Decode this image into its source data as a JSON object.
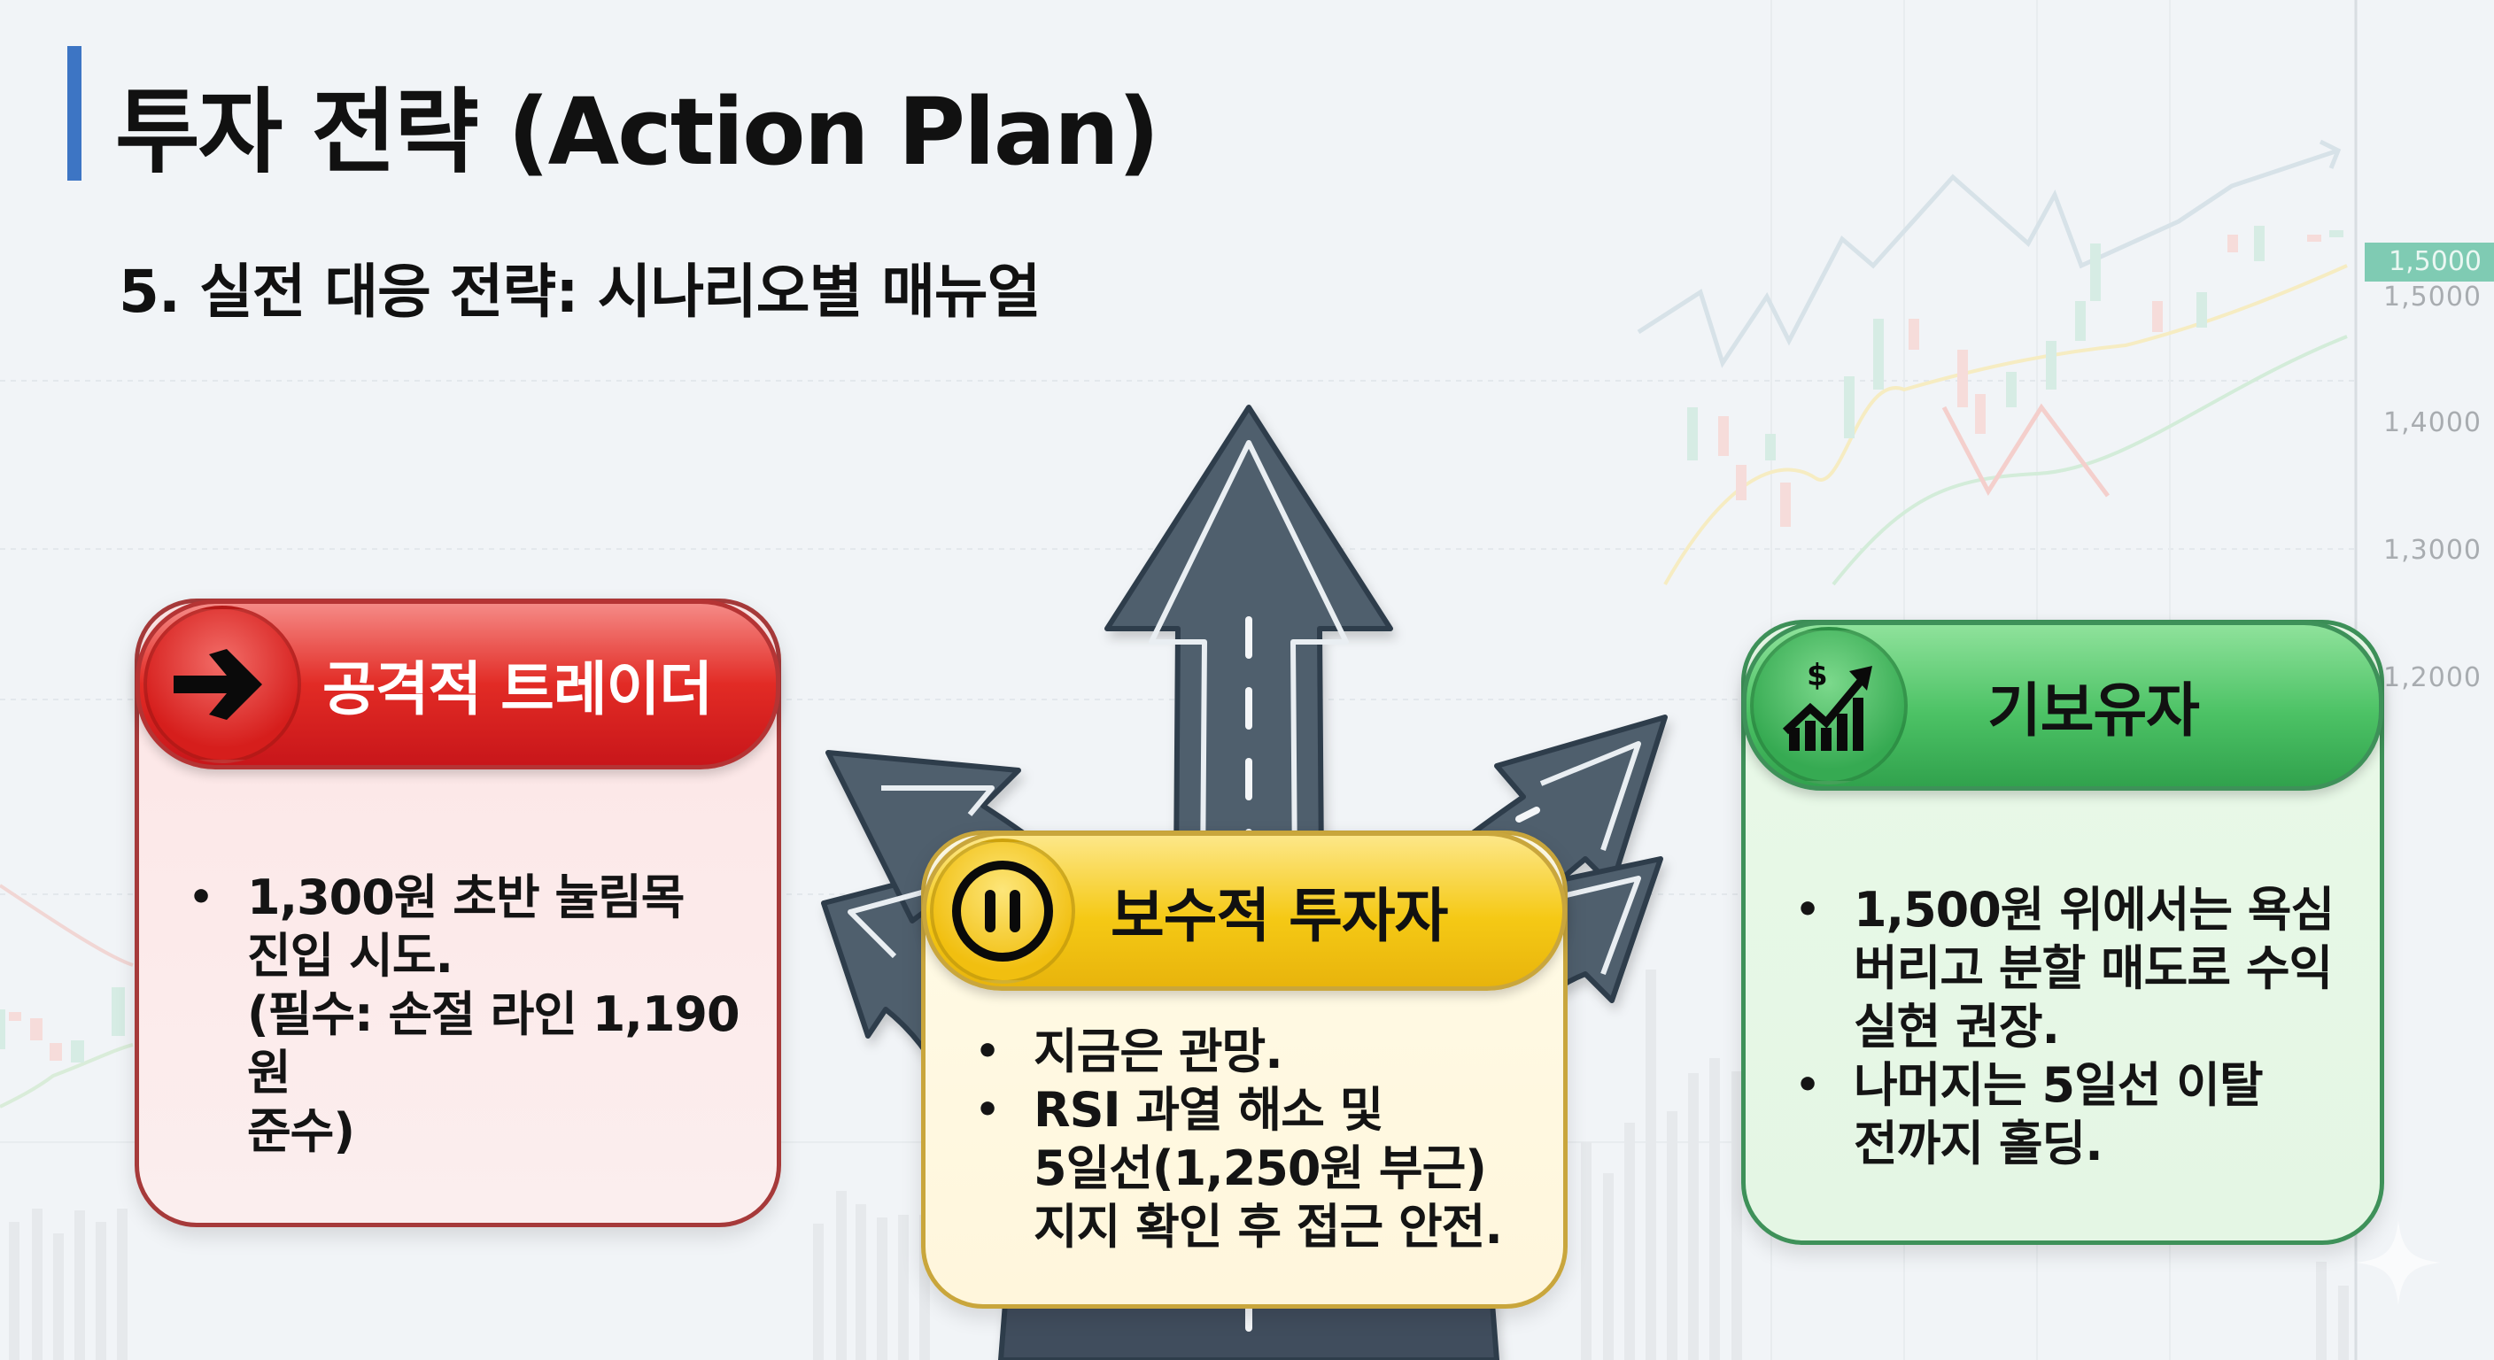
{
  "header": {
    "title": "투자 전략 (Action Plan)",
    "subtitle": "5. 실전 대응 전략: 시나리오별 매뉴얼",
    "accent_color": "#3d75c4"
  },
  "background_chart": {
    "axis_labels": [
      "1,5000",
      "1,4000",
      "1,3000",
      "1,2000"
    ],
    "highlight_label": "1,5000",
    "highlight_color": "#7fcbb3"
  },
  "center_graphic": {
    "icon": "road-fork-arrows-icon",
    "description": "Road splitting into five arrow directions"
  },
  "scenarios": [
    {
      "id": "aggressive",
      "title": "공격적 트레이더",
      "icon": "arrow-right-icon",
      "color": "#e22b25",
      "bullets": [
        "1,300원 초반 눌림목\n진입 시도.\n(필수: 손절 라인 1,190원\n준수)"
      ]
    },
    {
      "id": "conservative",
      "title": "보수적 투자자",
      "icon": "pause-icon",
      "color": "#f5c915",
      "bullets": [
        "지금은 관망.",
        "RSI 과열 해소 및\n5일선(1,250원 부근)\n지지 확인 후 접근 안전."
      ]
    },
    {
      "id": "holder",
      "title": "기보유자",
      "icon": "dollar-growth-chart-icon",
      "color": "#4cc265",
      "bullets": [
        "1,500원 위에서는 욕심\n버리고 분할 매도로 수익\n실현 권장.",
        "나머지는 5일선 이탈\n전까지 홀딩."
      ]
    }
  ],
  "bullet_char": "•"
}
